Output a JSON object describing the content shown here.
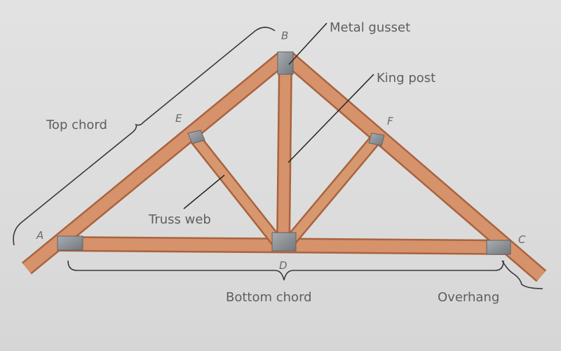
{
  "labels": {
    "metal_gusset": "Metal gusset",
    "king_post": "King post",
    "top_chord": "Top chord",
    "truss_web": "Truss web",
    "bottom_chord": "Bottom chord",
    "overhang": "Overhang"
  },
  "points": {
    "a": "A",
    "b": "B",
    "c": "C",
    "d": "D",
    "e": "E",
    "f": "F"
  },
  "colors": {
    "wood": "#d6926b",
    "wood_edge": "#a9633f",
    "gusset": "#8f9499",
    "ink": "#2a2a2a"
  }
}
